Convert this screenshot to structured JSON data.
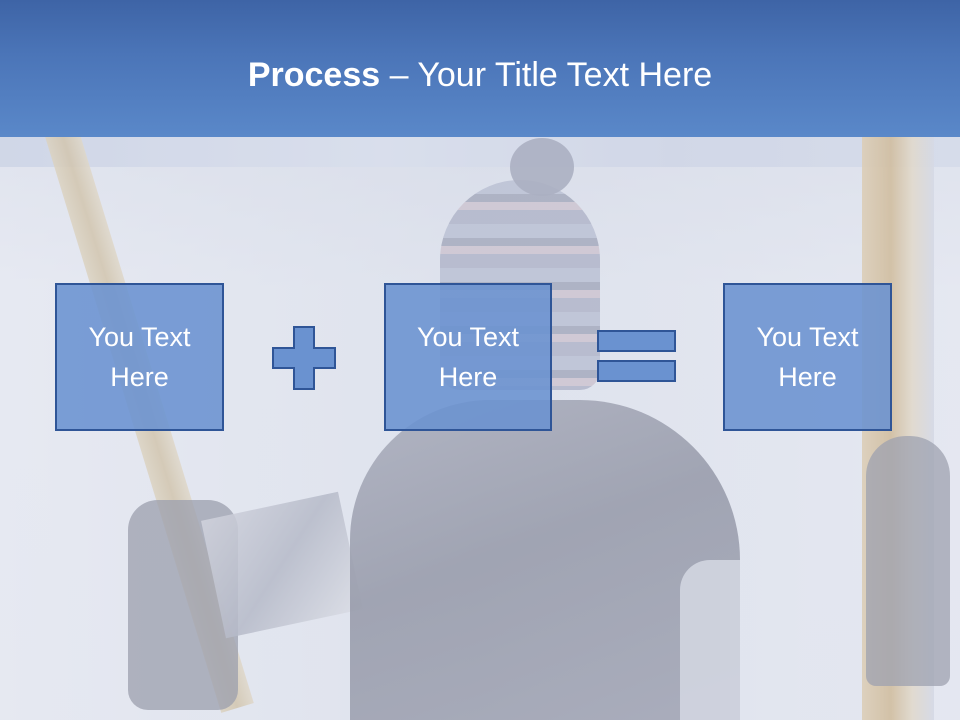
{
  "slide": {
    "title_bold": "Process",
    "title_dash": " – ",
    "title_rest": "Your Title Text Here"
  },
  "boxes": [
    {
      "line1": "You Text",
      "line2": "Here"
    },
    {
      "line1": "You Text",
      "line2": "Here"
    },
    {
      "line1": "You Text",
      "line2": "Here"
    }
  ],
  "operators": {
    "first": "plus-icon",
    "second": "equals-icon"
  },
  "colors": {
    "header": "#4b75b8",
    "box_fill": "#6a92d0",
    "box_border": "#2f5597",
    "text": "#ffffff"
  }
}
